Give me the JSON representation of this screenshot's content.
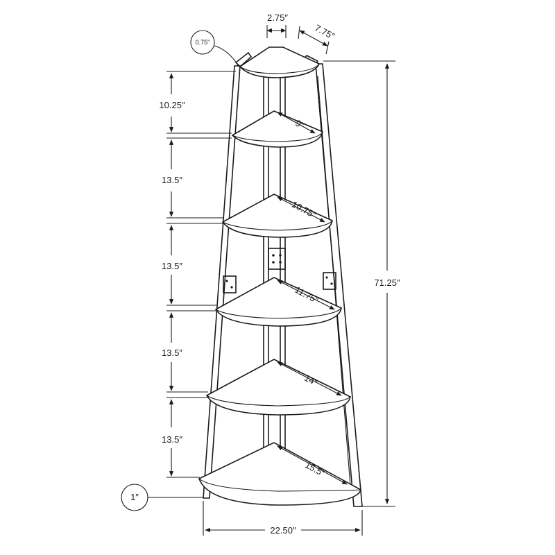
{
  "diagram": {
    "top_width": "2.75″",
    "top_depth": "7.75″",
    "shelf_thickness": "0.75″",
    "leg_base": "1″",
    "total_height": "71.25″",
    "total_width": "22.50″",
    "spacings": [
      "10.25″",
      "13.5″",
      "13.5″",
      "13.5″",
      "13.5″"
    ],
    "shelf_depths": [
      "9″",
      "10.75″",
      "11.75″",
      "14″",
      "15.5″"
    ]
  }
}
